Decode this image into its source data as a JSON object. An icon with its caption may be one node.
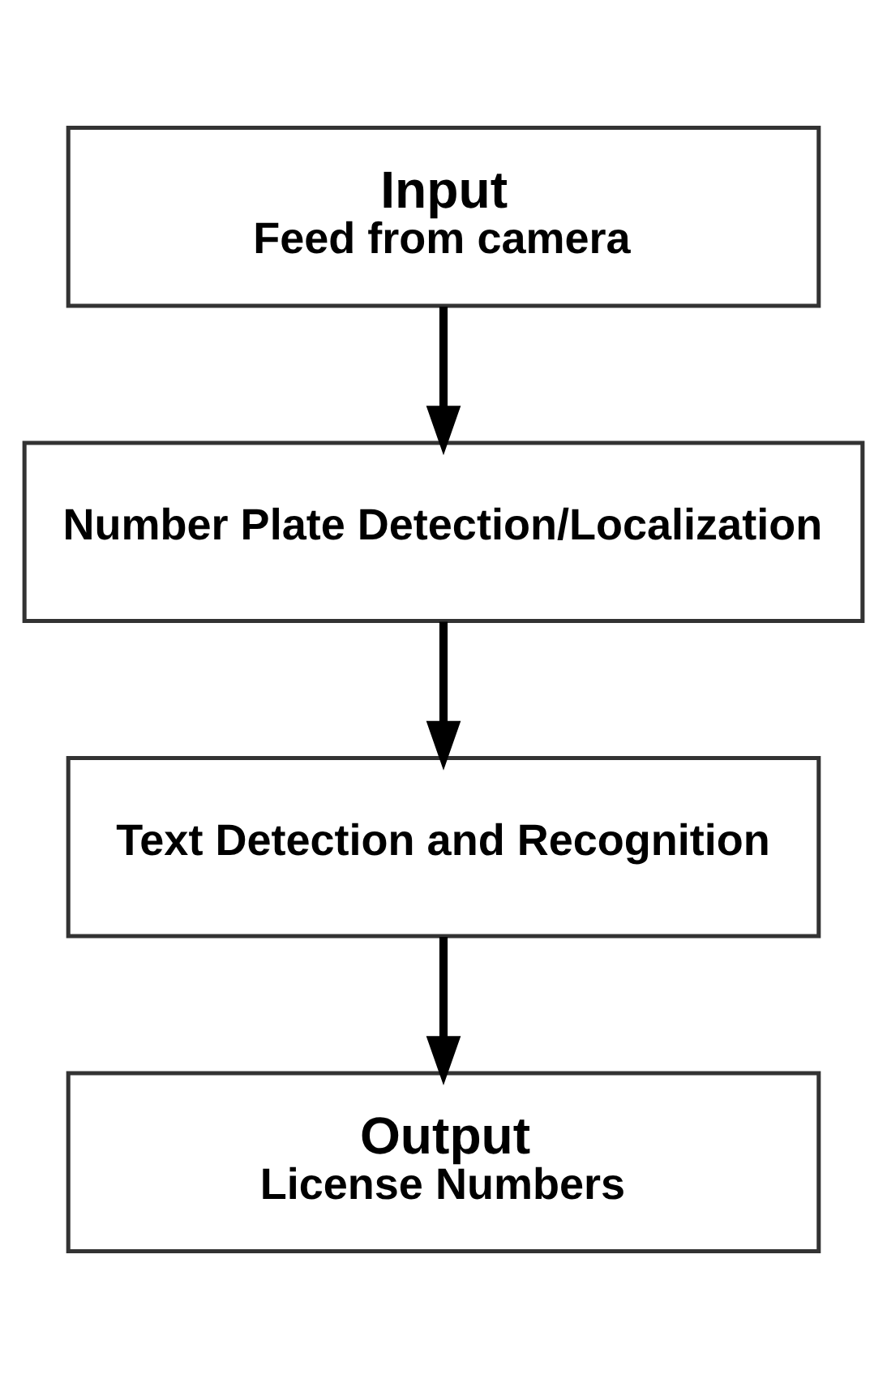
{
  "diagram": {
    "nodes": [
      {
        "text": [
          "Input",
          "Feed from camera"
        ]
      },
      {
        "text": [
          "Number Plate Detection/Localization"
        ]
      },
      {
        "text": [
          "Text Detection and Recognition"
        ]
      },
      {
        "text": [
          "Output",
          "License Numbers"
        ]
      }
    ],
    "edges": [
      {
        "from": 0,
        "to": 1,
        "arrow": "to"
      },
      {
        "from": 1,
        "to": 2,
        "arrow": "to"
      },
      {
        "from": 2,
        "to": 3,
        "arrow": "to"
      }
    ]
  }
}
